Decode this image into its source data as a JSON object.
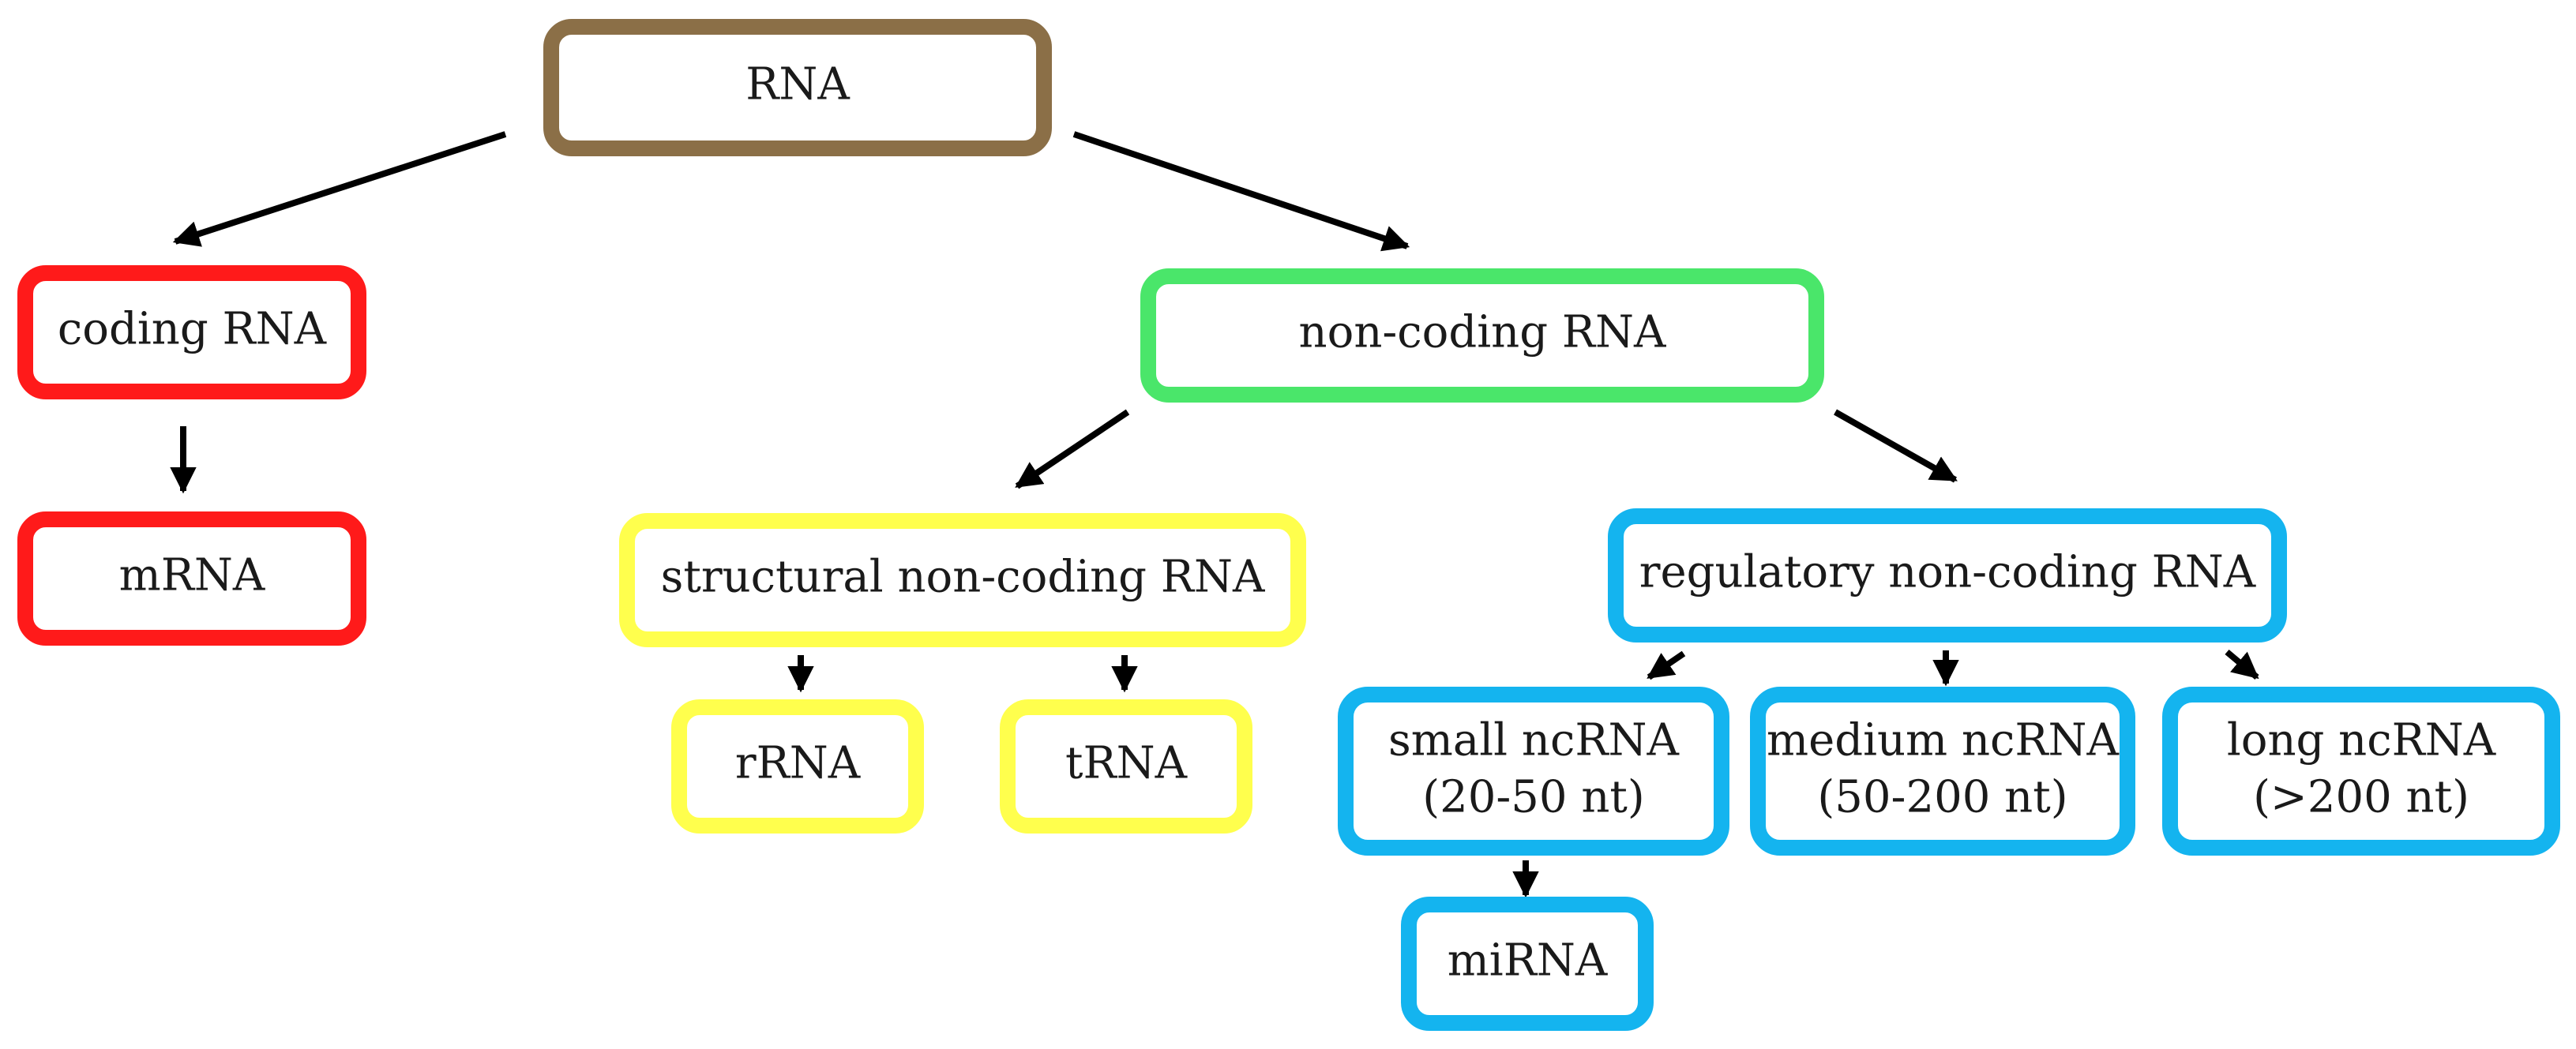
{
  "colors": {
    "root": "#8b6f47",
    "coding": "#ff1a1a",
    "noncoding": "#4ae66a",
    "structural": "#ffff4d",
    "regulatory": "#14b4ef",
    "arrow": "#000000"
  },
  "nodes": {
    "rna": {
      "label": "RNA",
      "color": "root"
    },
    "coding_rna": {
      "label": "coding RNA",
      "color": "coding"
    },
    "mrna": {
      "label": "mRNA",
      "color": "coding"
    },
    "non_coding_rna": {
      "label": "non-coding RNA",
      "color": "noncoding"
    },
    "structural_ncrna": {
      "label": "structural non-coding RNA",
      "color": "structural"
    },
    "rrna": {
      "label": "rRNA",
      "color": "structural"
    },
    "trna": {
      "label": "tRNA",
      "color": "structural"
    },
    "regulatory_ncrna": {
      "label": "regulatory non-coding RNA",
      "color": "regulatory"
    },
    "small_ncrna": {
      "label": "small ncRNA",
      "sublabel": "(20-50 nt)",
      "color": "regulatory"
    },
    "medium_ncrna": {
      "label": "medium ncRNA",
      "sublabel": "(50-200 nt)",
      "color": "regulatory"
    },
    "long_ncrna": {
      "label": "long ncRNA",
      "sublabel": "(>200 nt)",
      "color": "regulatory"
    },
    "mirna": {
      "label": "miRNA",
      "color": "regulatory"
    }
  },
  "edges": [
    {
      "from": "rna",
      "to": "coding_rna"
    },
    {
      "from": "rna",
      "to": "non_coding_rna"
    },
    {
      "from": "coding_rna",
      "to": "mrna"
    },
    {
      "from": "non_coding_rna",
      "to": "structural_ncrna"
    },
    {
      "from": "non_coding_rna",
      "to": "regulatory_ncrna"
    },
    {
      "from": "structural_ncrna",
      "to": "rrna"
    },
    {
      "from": "structural_ncrna",
      "to": "trna"
    },
    {
      "from": "regulatory_ncrna",
      "to": "small_ncrna"
    },
    {
      "from": "regulatory_ncrna",
      "to": "medium_ncrna"
    },
    {
      "from": "regulatory_ncrna",
      "to": "long_ncrna"
    },
    {
      "from": "small_ncrna",
      "to": "mirna"
    }
  ]
}
